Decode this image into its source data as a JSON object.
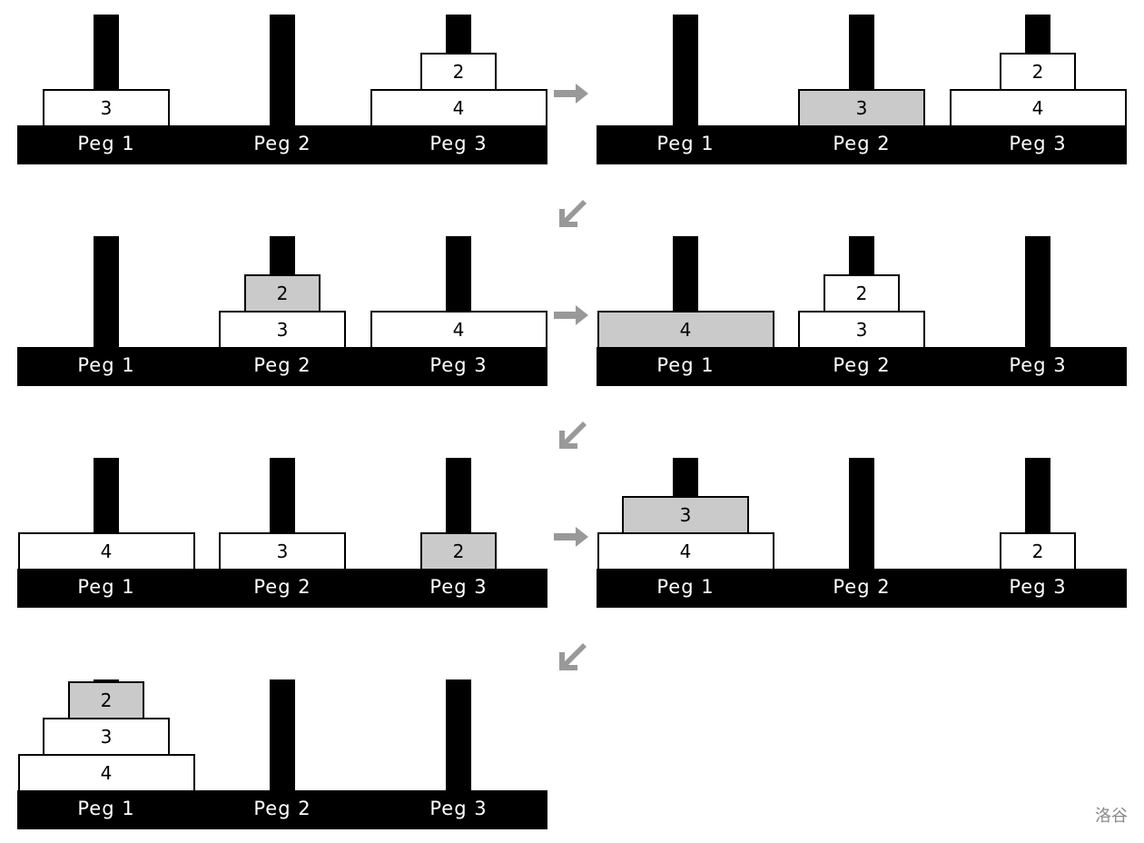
{
  "peg_labels": [
    "Peg 1",
    "Peg 2",
    "Peg 3"
  ],
  "highlight_color": "#cacaca",
  "arrow_color": "#999999",
  "steps": [
    {
      "pegs": [
        [
          3
        ],
        [],
        [
          4,
          2
        ]
      ],
      "moved": null
    },
    {
      "pegs": [
        [],
        [
          3
        ],
        [
          4,
          2
        ]
      ],
      "moved": 3
    },
    {
      "pegs": [
        [],
        [
          3,
          2
        ],
        [
          4
        ]
      ],
      "moved": 2
    },
    {
      "pegs": [
        [
          4
        ],
        [
          3,
          2
        ],
        []
      ],
      "moved": 4
    },
    {
      "pegs": [
        [
          4
        ],
        [
          3
        ],
        [
          2
        ]
      ],
      "moved": 2
    },
    {
      "pegs": [
        [
          4,
          3
        ],
        [],
        [
          2
        ]
      ],
      "moved": 3
    },
    {
      "pegs": [
        [
          4,
          3,
          2
        ],
        [],
        []
      ],
      "moved": 2
    }
  ],
  "arrows": [
    "right-arrow",
    "down-left-arrow",
    "right-arrow",
    "down-left-arrow",
    "right-arrow",
    "down-left-arrow"
  ],
  "watermark": "洛谷"
}
